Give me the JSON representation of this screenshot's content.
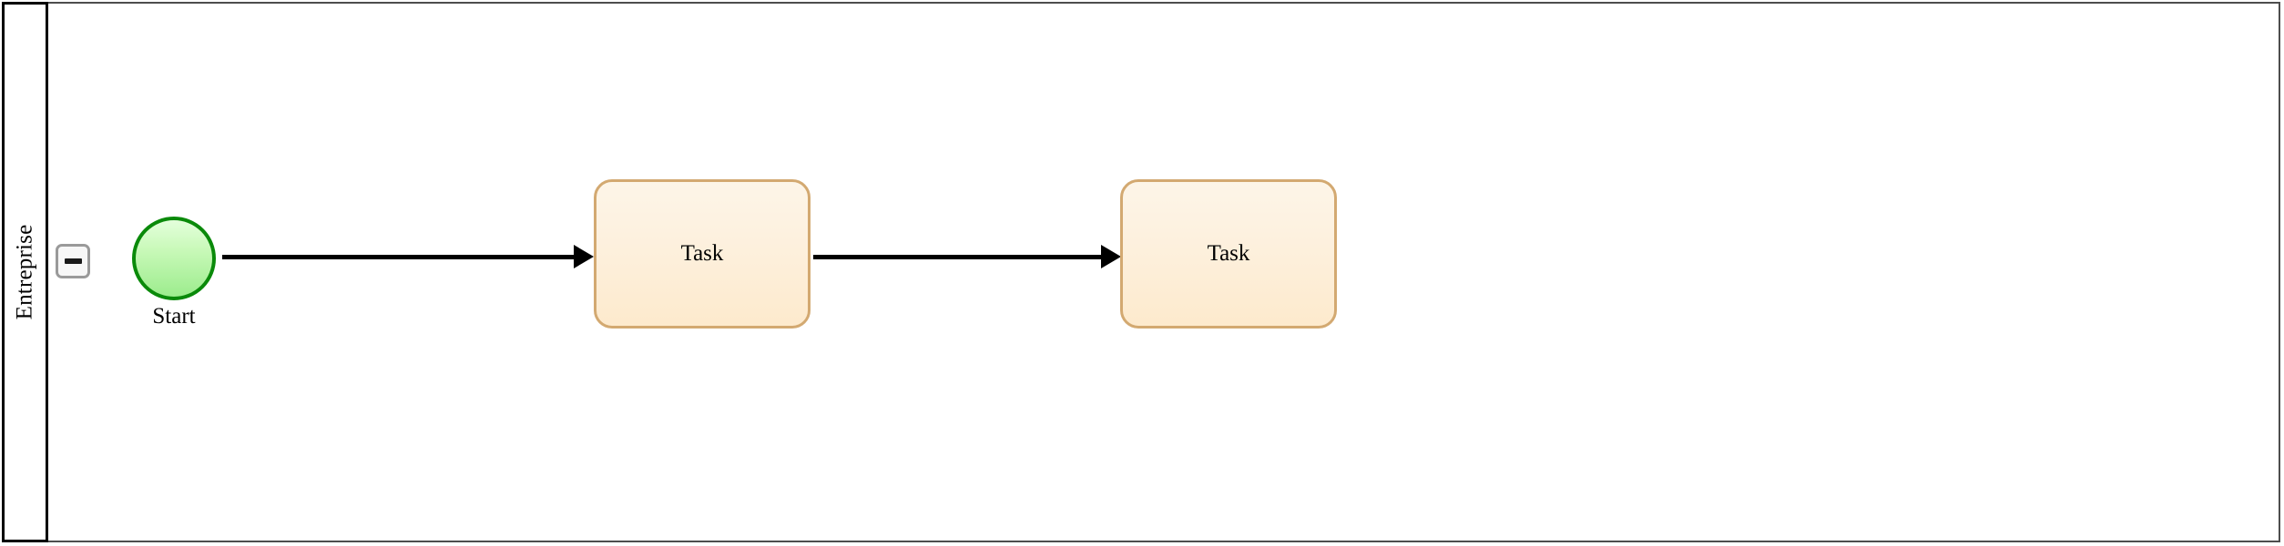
{
  "diagram": {
    "type": "bpmn-process",
    "pool": {
      "lane_label": "Entreprise",
      "collapse_button": {
        "icon": "minus-icon",
        "state": "expanded"
      }
    },
    "nodes": [
      {
        "id": "start-event",
        "kind": "start-event",
        "label": "Start",
        "label_position": "below",
        "fill_top": "#e4ffdc",
        "fill_bottom": "#9cec8d",
        "stroke": "#0a8a0a"
      },
      {
        "id": "task-1",
        "kind": "task",
        "label": "Task",
        "fill_top": "#fdf5e8",
        "fill_bottom": "#fdeacd",
        "stroke": "#d3a971"
      },
      {
        "id": "task-2",
        "kind": "task",
        "label": "Task",
        "fill_top": "#fdf5e8",
        "fill_bottom": "#fdeacd",
        "stroke": "#d3a971"
      }
    ],
    "flows": [
      {
        "id": "flow-1",
        "kind": "sequence-flow",
        "from": "start-event",
        "to": "task-1",
        "stroke": "#000000"
      },
      {
        "id": "flow-2",
        "kind": "sequence-flow",
        "from": "task-1",
        "to": "task-2",
        "stroke": "#000000"
      }
    ]
  }
}
